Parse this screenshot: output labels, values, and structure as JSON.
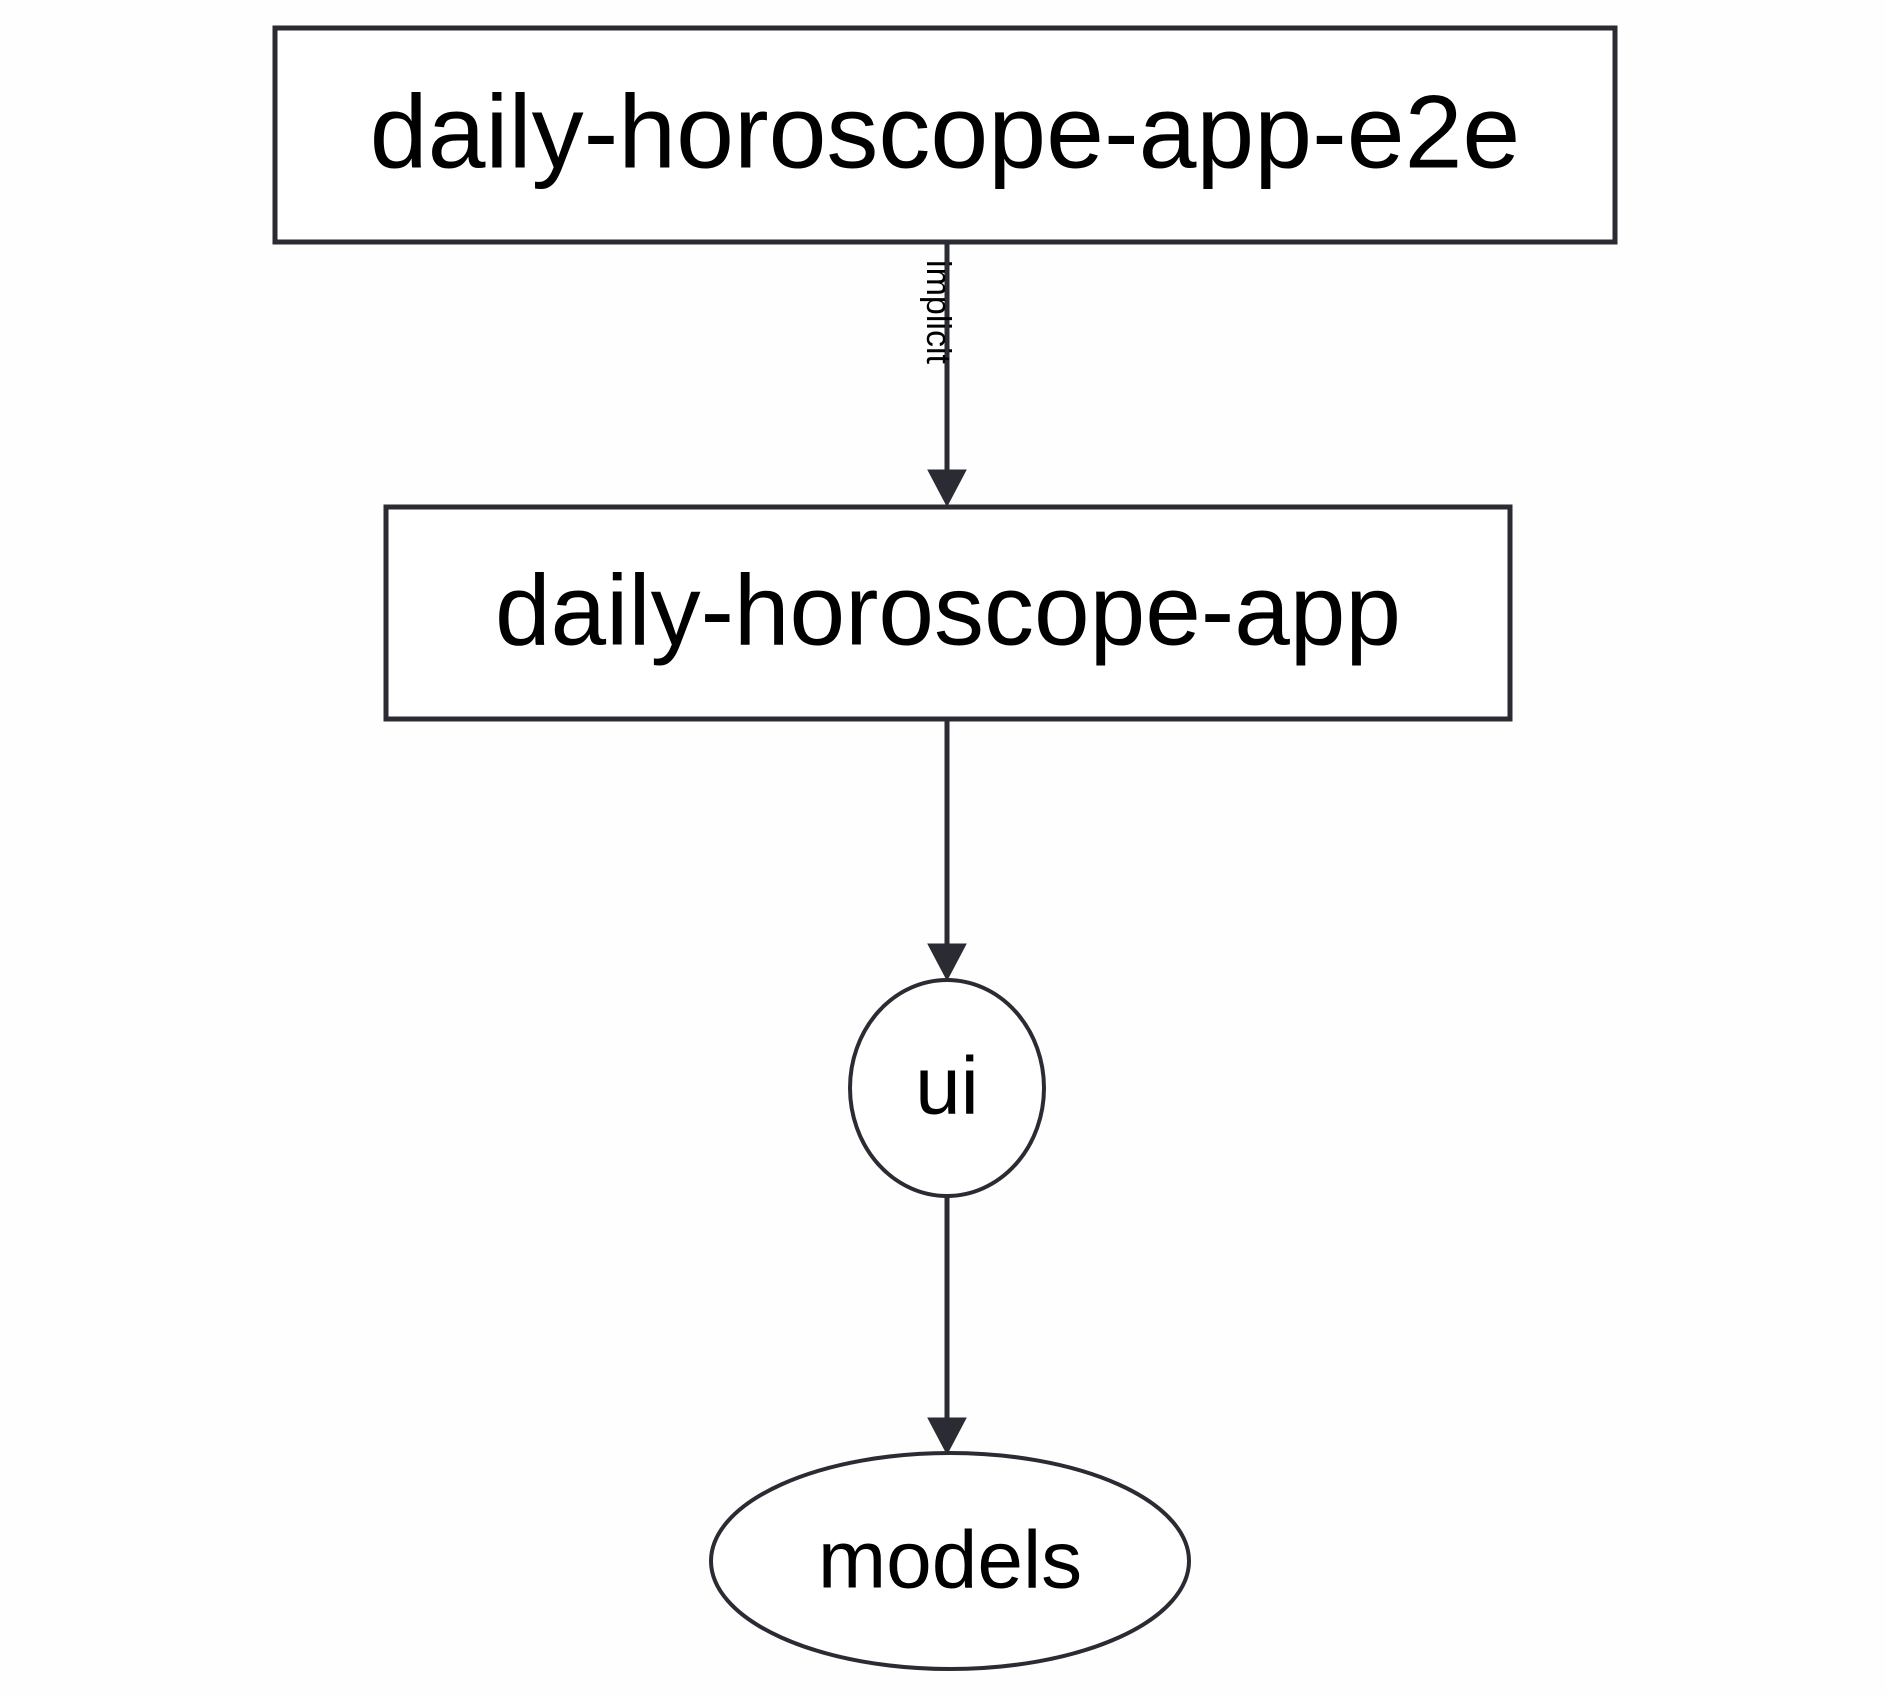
{
  "diagram": {
    "type": "dependency-graph",
    "direction": "top-to-bottom",
    "background_color": "#ffffff",
    "stroke_color": "#2b2b33",
    "text_color": "#000000",
    "nodes": [
      {
        "id": "daily-horoscope-app-e2e",
        "label": "daily-horoscope-app-e2e",
        "shape": "rectangle"
      },
      {
        "id": "daily-horoscope-app",
        "label": "daily-horoscope-app",
        "shape": "rectangle"
      },
      {
        "id": "ui",
        "label": "ui",
        "shape": "ellipse"
      },
      {
        "id": "models",
        "label": "models",
        "shape": "ellipse"
      }
    ],
    "edges": [
      {
        "from": "daily-horoscope-app-e2e",
        "to": "daily-horoscope-app",
        "label": "implicit",
        "label_rotation": "90",
        "arrowhead": "filled-triangle"
      },
      {
        "from": "daily-horoscope-app",
        "to": "ui",
        "label": "",
        "arrowhead": "filled-triangle"
      },
      {
        "from": "ui",
        "to": "models",
        "label": "",
        "arrowhead": "filled-triangle"
      }
    ]
  }
}
